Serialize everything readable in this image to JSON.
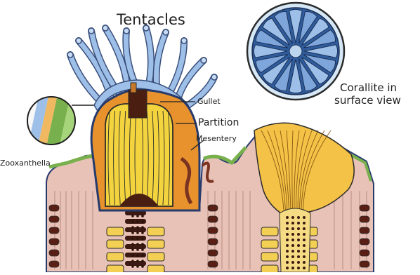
{
  "labels": {
    "tentacles": "Tentacles",
    "corallite_line1": "Corallite in",
    "corallite_line2": "surface view",
    "gullet": "Gullet",
    "partition": "Partition",
    "mesentery": "Mesentery",
    "zooxanthella": "Zooxanthella"
  },
  "colors": {
    "tentacle_blue": "#9dbfe8",
    "tentacle_outline": "#3a4f7a",
    "polyp_orange": "#e8922e",
    "septa_yellow": "#f3d43e",
    "skeleton_pink": "#e9c2b7",
    "tissue_navy": "#263a6b",
    "algae_green": "#77b04c",
    "corallite_blue": "#2f5c9c",
    "dark_brown": "#4a1f12",
    "pale_yellow": "#f5dc84"
  }
}
